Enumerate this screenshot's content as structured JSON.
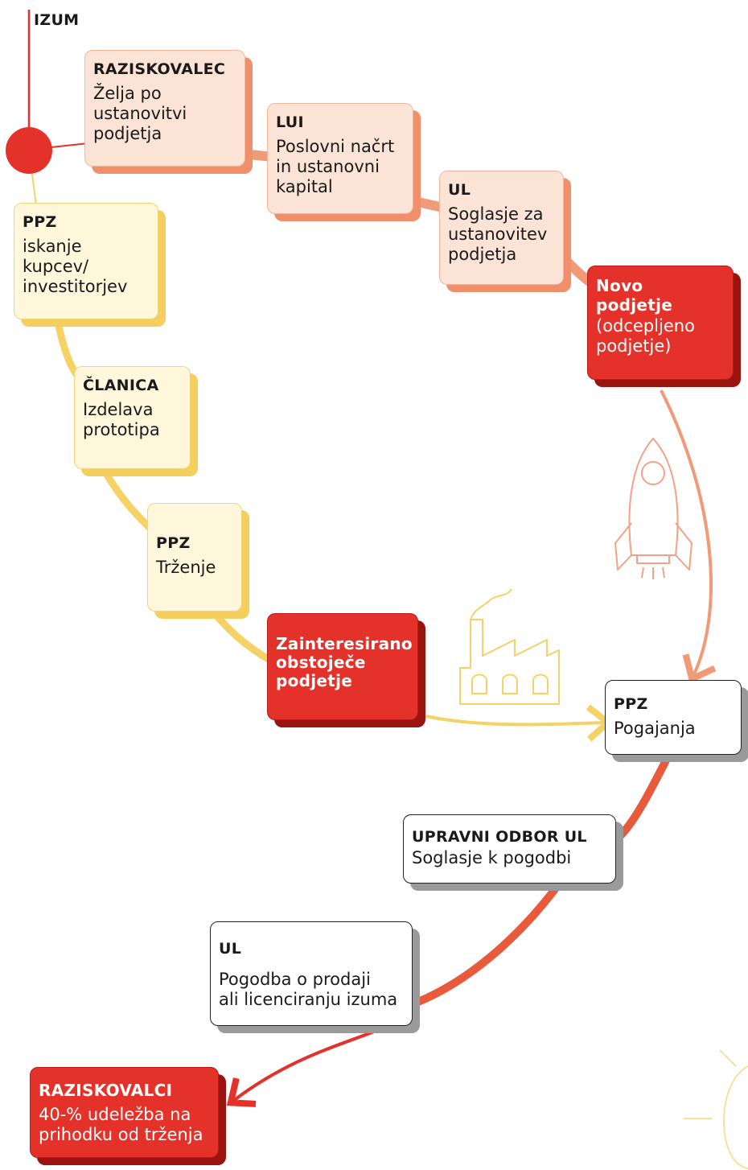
{
  "start_label": "IZUM",
  "colors": {
    "red": "#e4322b",
    "peach_path": "#f09a78",
    "yellow_path": "#f5d265",
    "orange_path": "#e85a3a"
  },
  "steps": [
    {
      "id": "raziskovalec",
      "title": "RAZISKOVALEC",
      "body": "Želja po\nustanovitvi\npodjetja"
    },
    {
      "id": "lui",
      "title": "LUI",
      "body": "Poslovni načrt\nin ustanovni\nkapital"
    },
    {
      "id": "ul-soglasje",
      "title": "UL",
      "body": "Soglasje za\nustanovitev\npodjetja"
    },
    {
      "id": "novo-podjetje",
      "title": "Novo\npodjetje",
      "body": "(odcepljeno\npodjetje)"
    },
    {
      "id": "ppz-iskanje",
      "title": "PPZ",
      "body": "iskanje\nkupcev/\ninvestitorjev"
    },
    {
      "id": "clanica",
      "title": "ČLANICA",
      "body": "Izdelava\nprototipa"
    },
    {
      "id": "ppz-trzenje",
      "title": "PPZ",
      "body": "Trženje"
    },
    {
      "id": "zainteresirano",
      "title": "Zainteresirano\nobstoječe\npodjetje",
      "body": ""
    },
    {
      "id": "ppz-pogajanja",
      "title": "PPZ",
      "body": "Pogajanja"
    },
    {
      "id": "upravni-odbor",
      "title": "UPRAVNI ODBOR UL",
      "body": "Soglasje k pogodbi"
    },
    {
      "id": "ul-pogodba",
      "title": "UL",
      "body": "Pogodba o prodaji\nali licenciranju izuma"
    },
    {
      "id": "raziskovalci",
      "title": "RAZISKOVALCI",
      "body": "40-% udeležba na\nprihodku od trženja"
    }
  ],
  "icons": [
    "rocket-icon",
    "factory-icon",
    "sun-icon"
  ]
}
